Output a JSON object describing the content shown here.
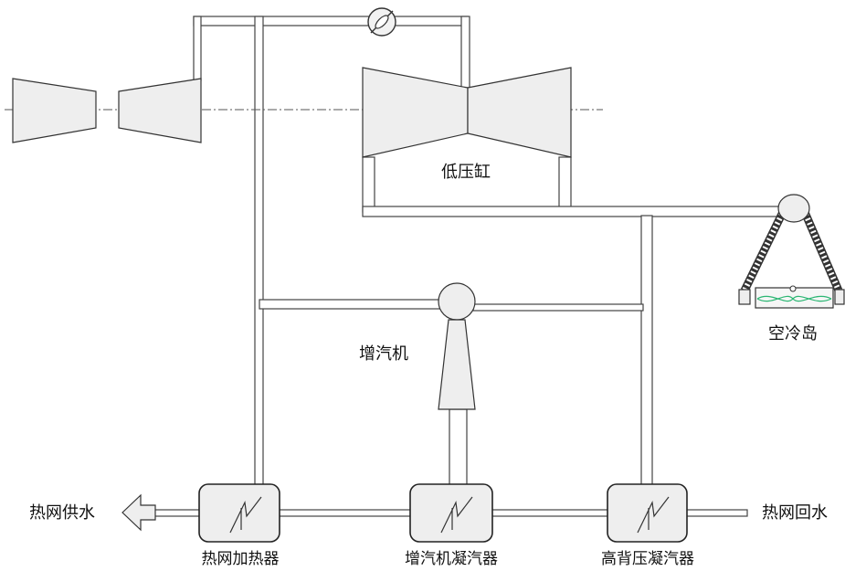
{
  "labels": {
    "lp_cylinder": "低压缸",
    "booster": "增汽机",
    "air_cooling_island": "空冷岛",
    "heat_network_supply": "热网供水",
    "heat_network_return": "热网回水",
    "heater": "热网加热器",
    "booster_condenser": "增汽机凝汽器",
    "hp_condenser": "高背压凝汽器"
  },
  "colors": {
    "equipment_fill": "#eeeeee",
    "outline": "#333333",
    "fan_curve": "#2bb673"
  },
  "icons": {
    "valve": "butterfly-valve-icon",
    "supply_arrow": "arrow-left-icon"
  }
}
